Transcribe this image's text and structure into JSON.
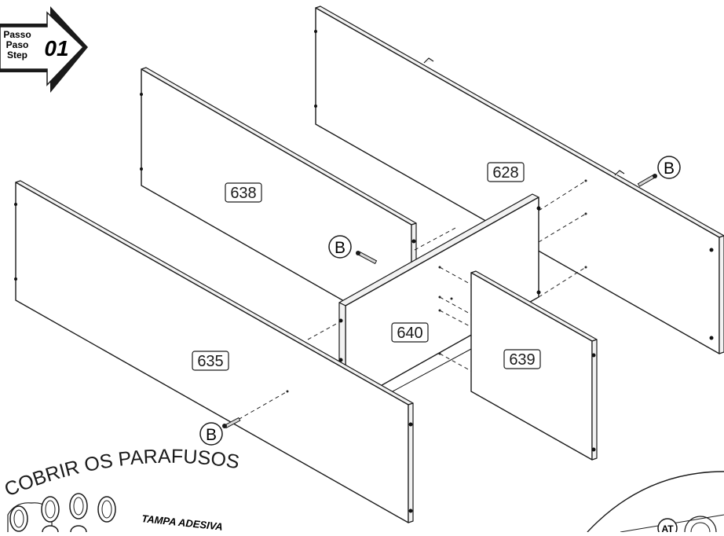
{
  "step": {
    "line1": "Passo",
    "line2": "Paso",
    "line3": "Step",
    "number": "01"
  },
  "parts": {
    "p628": "628",
    "p638": "638",
    "p640": "640",
    "p639": "639",
    "p635": "635"
  },
  "hardware": {
    "screw_letter": "B",
    "detail_label": "AT"
  },
  "cover_note": {
    "title": "COBRIR OS PARAFUSOS",
    "subtitle": "TAMPA ADESIVA"
  }
}
